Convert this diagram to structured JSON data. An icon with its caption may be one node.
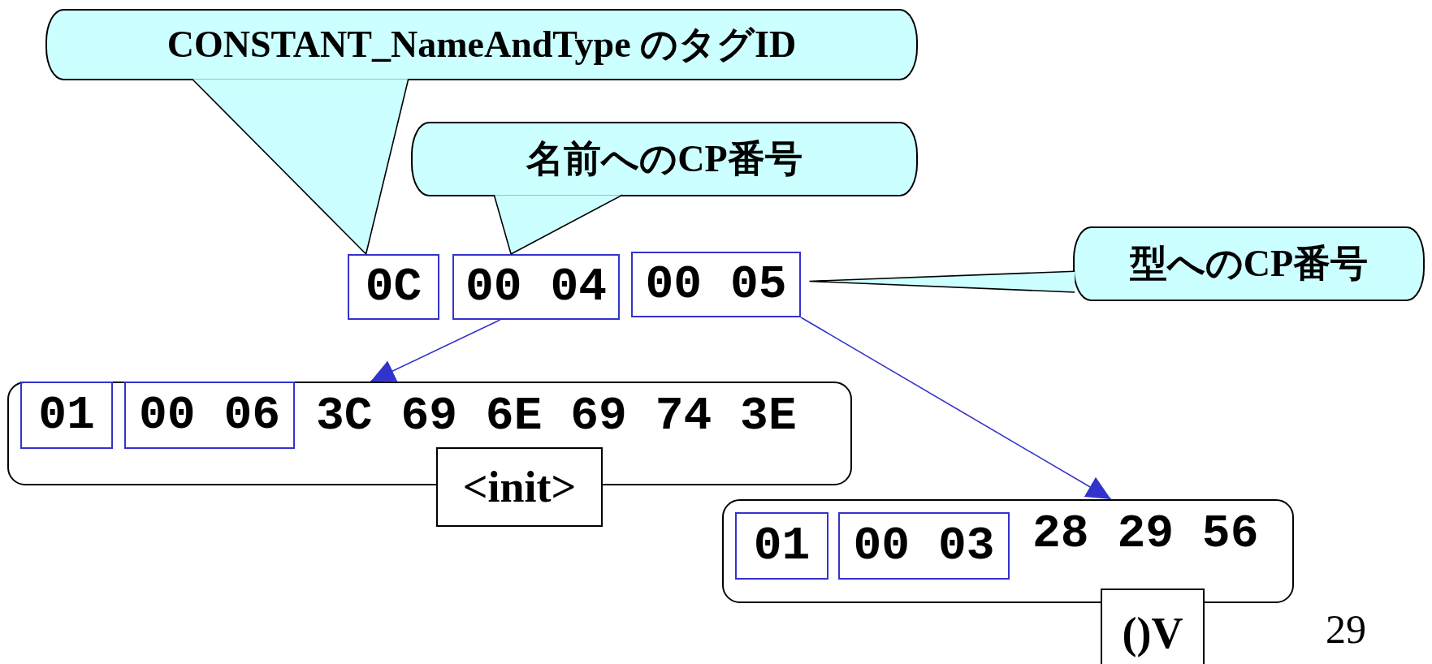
{
  "diagram": {
    "nodes": [
      {
        "text": [
          "CONSTANT_NameAndType のタグID"
        ]
      },
      {
        "text": [
          "名前へのCP番号"
        ]
      },
      {
        "text": [
          "型へのCP番号"
        ]
      },
      {
        "text": [
          "0C"
        ]
      },
      {
        "text": [
          "00 04"
        ]
      },
      {
        "text": [
          "00 05"
        ]
      },
      {
        "text": [
          "3C 69 6E 69 74 3E"
        ]
      },
      {
        "text": [
          "01"
        ],
        "in": 6
      },
      {
        "text": [
          "00 06"
        ],
        "in": 6
      },
      {
        "text": [
          "<init>"
        ]
      },
      {
        "text": [
          "28 29 56"
        ]
      },
      {
        "text": [
          "01"
        ],
        "in": 10
      },
      {
        "text": [
          "00 03"
        ],
        "in": 10
      },
      {
        "text": [
          "()V"
        ]
      }
    ],
    "edges": [
      {
        "from": 0,
        "to": 3,
        "arrow": "none"
      },
      {
        "from": 1,
        "to": 4,
        "arrow": "none"
      },
      {
        "from": 2,
        "to": 5,
        "arrow": "none"
      },
      {
        "from": 4,
        "to": 6,
        "arrow": "to",
        "color": "#3333cc"
      },
      {
        "from": 5,
        "to": 10,
        "arrow": "to",
        "color": "#3333cc"
      }
    ],
    "labels": [
      "29"
    ]
  }
}
